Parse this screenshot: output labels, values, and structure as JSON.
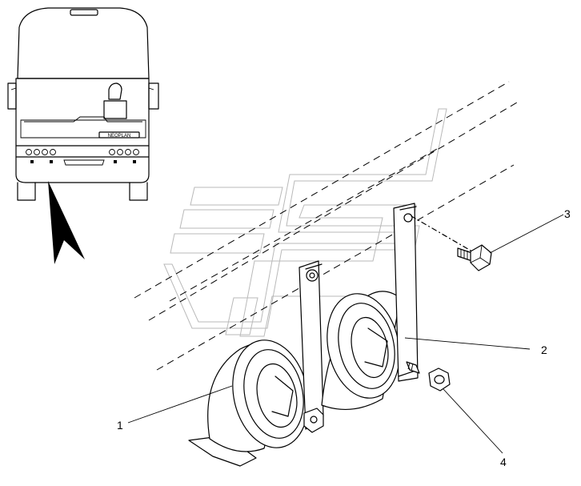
{
  "callouts": [
    {
      "id": "1",
      "label": "1"
    },
    {
      "id": "2",
      "label": "2"
    },
    {
      "id": "3",
      "label": "3"
    },
    {
      "id": "4",
      "label": "4"
    }
  ],
  "bus_badge_text": "NEOPLAN",
  "icons": [
    "bus-front-view-icon",
    "location-arrow-icon",
    "watermark-logo-icon"
  ]
}
